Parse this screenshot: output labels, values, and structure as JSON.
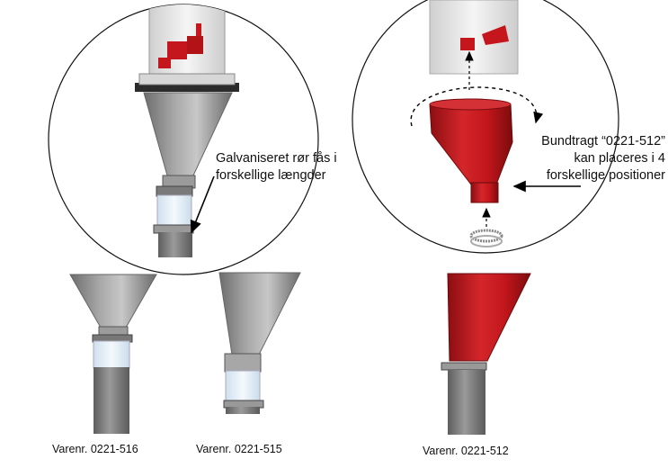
{
  "callouts": {
    "left_line1": "Galvaniseret rør fås i",
    "left_line2": "forskellige længder",
    "right_line1": "Bundtragt “0221-512”",
    "right_line2": "kan placeres i 4",
    "right_line3": "forskellige positioner"
  },
  "captions": {
    "item1": "Varenr. 0221-516",
    "item2": "Varenr. 0221-515",
    "item3": "Varenr. 0221-512"
  },
  "colors": {
    "red": "#c4161c",
    "galvanized": "#8f8f8f",
    "clear_pipe": "#e6f1fa"
  }
}
